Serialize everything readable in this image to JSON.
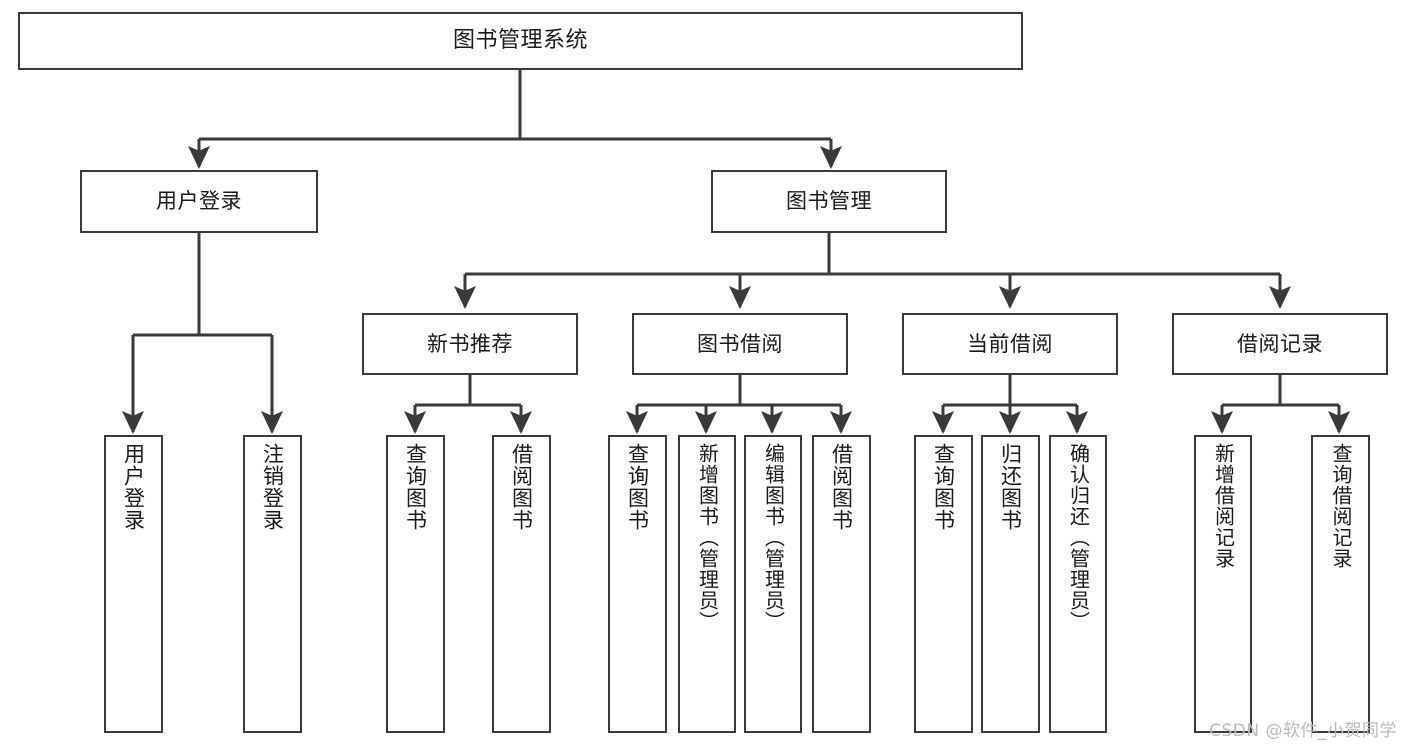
{
  "diagram": {
    "type": "tree",
    "title": "图书管理系统",
    "orientation": "top-down",
    "colors": {
      "background": "#ffffff",
      "box_fill": "#ffffff",
      "box_stroke": "#3a3a3a",
      "text": "#1a1a1a",
      "watermark": "#b9b9b9"
    },
    "levels": {
      "level1_label": "图书管理系统",
      "level2_labels": [
        "用户登录",
        "图书管理"
      ],
      "level3_labels": [
        "新书推荐",
        "图书借阅",
        "当前借阅",
        "借阅记录"
      ]
    },
    "nodes": {
      "root": {
        "label": "图书管理系统"
      },
      "user_login": {
        "label": "用户登录"
      },
      "book_manage": {
        "label": "图书管理"
      },
      "new_book_rec": {
        "label": "新书推荐"
      },
      "book_borrow": {
        "label": "图书借阅"
      },
      "current_borrow": {
        "label": "当前借阅"
      },
      "borrow_record": {
        "label": "借阅记录"
      }
    },
    "leaves": {
      "user_login_children": [
        {
          "label": "用户登录"
        },
        {
          "label": "注销登录"
        }
      ],
      "new_book_rec_children": [
        {
          "label": "查询图书"
        },
        {
          "label": "借阅图书"
        }
      ],
      "book_borrow_children": [
        {
          "label": "查询图书"
        },
        {
          "label": "新增图书（管理员）"
        },
        {
          "label": "编辑图书（管理员）"
        },
        {
          "label": "借阅图书"
        }
      ],
      "current_borrow_children": [
        {
          "label": "查询图书"
        },
        {
          "label": "归还图书"
        },
        {
          "label": "确认归还（管理员）"
        }
      ],
      "borrow_record_children": [
        {
          "label": "新增借阅记录"
        },
        {
          "label": "查询借阅记录"
        }
      ]
    },
    "watermark": "CSDN @软件_小贺同学"
  }
}
